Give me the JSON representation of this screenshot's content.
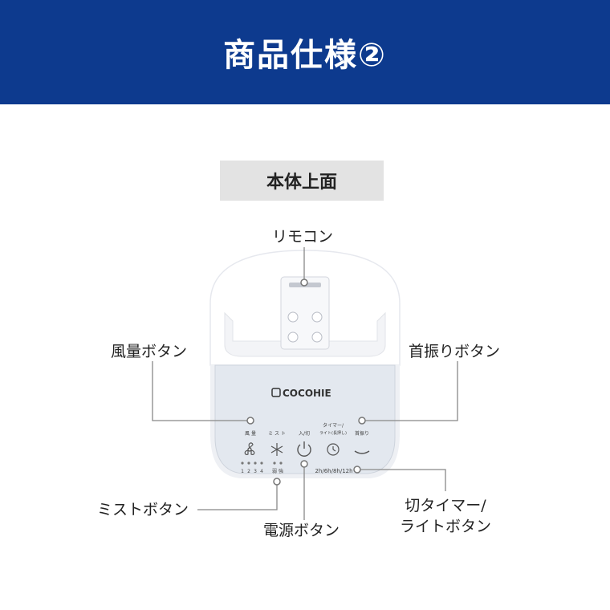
{
  "header": {
    "title": "商品仕様②",
    "background": "#0d3a8e"
  },
  "section": {
    "label": "本体上面"
  },
  "callouts": {
    "remote": "リモコン",
    "fan_speed_button": "風量ボタン",
    "swing_button": "首振りボタン",
    "mist_button": "ミストボタン",
    "power_button": "電源ボタン",
    "timer_light_button_line1": "切タイマー/",
    "timer_light_button_line2": "ライトボタン"
  },
  "device": {
    "brand": "COCOHIE",
    "button_labels": {
      "fan_speed": "風 量",
      "mist": "ミ ス ト",
      "power": "入/切",
      "timer_light_line1": "タイマー/",
      "timer_light_line2": "ライト(長押し)",
      "swing": "首振り"
    },
    "fan_levels": [
      "1",
      "2",
      "3",
      "4"
    ],
    "mist_levels": [
      "弱",
      "強"
    ],
    "timer_options": "2h/6h/8h/12h"
  }
}
